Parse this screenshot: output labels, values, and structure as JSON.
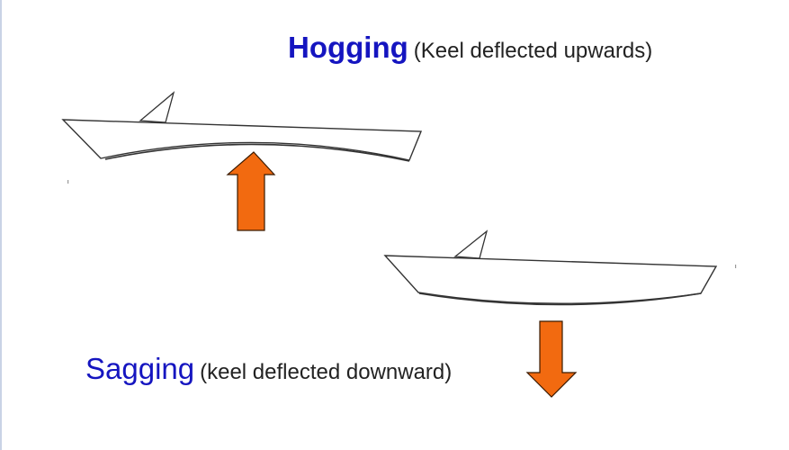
{
  "hogging": {
    "term": "Hogging",
    "description": "(Keel deflected upwards)"
  },
  "sagging": {
    "term": "Sagging",
    "description": "(keel deflected downward)"
  },
  "colors": {
    "term_text": "#1515c0",
    "description_text": "#222222",
    "arrow_fill": "#f26a10",
    "arrow_stroke": "#3a1a00",
    "hull_stroke": "#333333"
  },
  "icons": {
    "hogging_force": "arrow-up-icon",
    "sagging_force": "arrow-down-icon"
  }
}
